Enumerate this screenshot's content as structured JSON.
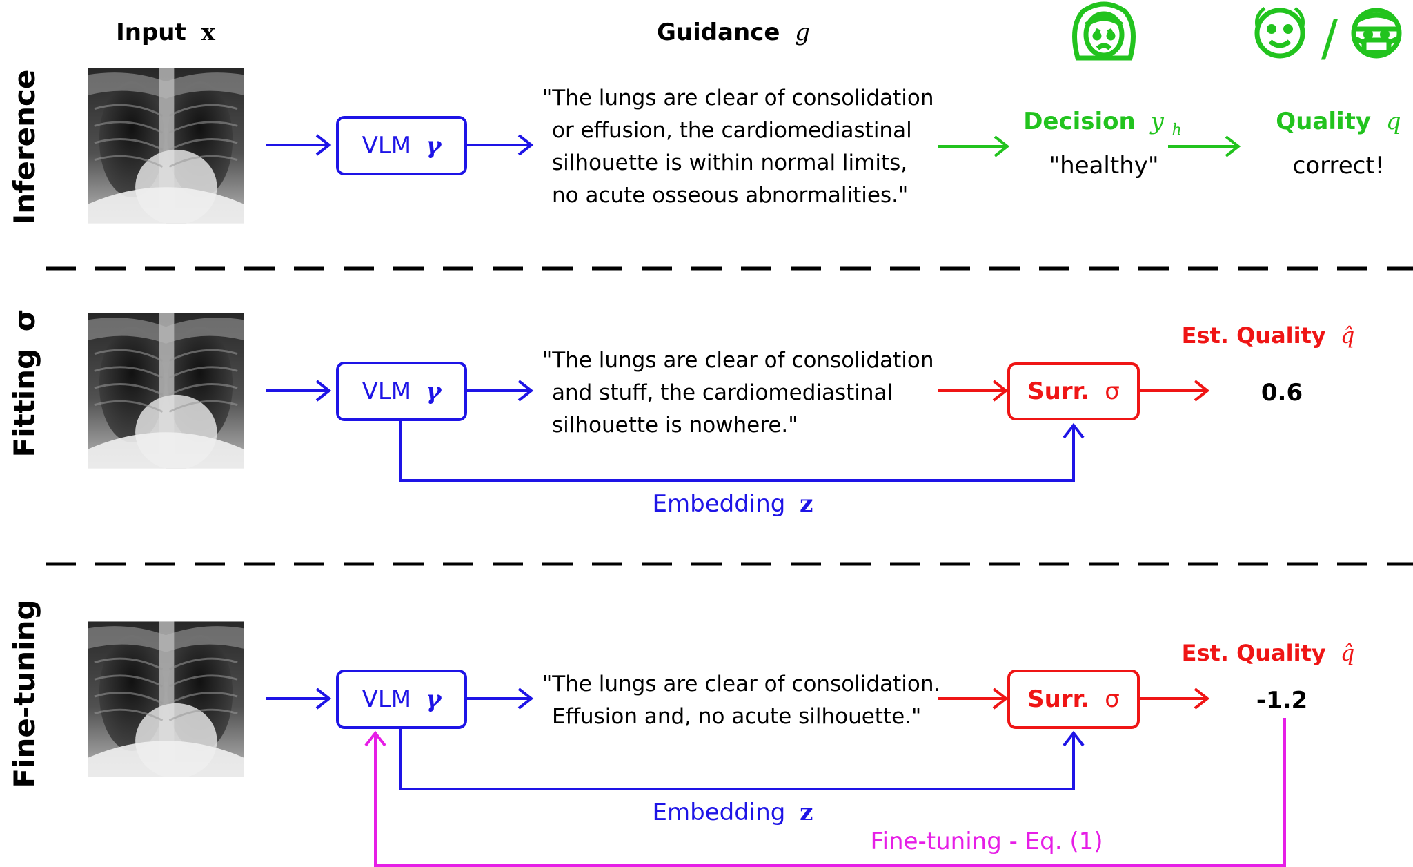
{
  "colors": {
    "black": "#000000",
    "blue": "#1e14e6",
    "green": "#22c31e",
    "red": "#ef1515",
    "magenta": "#e61ee6"
  },
  "icons": {
    "worried_person": "worried-woman-icon",
    "smiling_person": "smiling-face-icon",
    "doctor": "doctor-with-mask-icon"
  },
  "header": {
    "input_label": "Input",
    "input_symbol": "x",
    "guidance_label": "Guidance",
    "guidance_symbol": "g",
    "separator": "/"
  },
  "rows": {
    "inference": {
      "title": "Inference",
      "vlm_label": "VLM",
      "vlm_symbol": "γ",
      "guidance_lines": [
        "\"The lungs are clear of consolidation",
        "or effusion, the cardiomediastinal",
        "silhouette is within normal limits,",
        "no acute osseous abnormalities.\""
      ],
      "decision_label": "Decision",
      "decision_symbol": "y",
      "decision_subscript": "h",
      "decision_value": "\"healthy\"",
      "quality_label": "Quality",
      "quality_symbol": "q",
      "quality_value": "correct!"
    },
    "fitting": {
      "title": "Fitting",
      "title_symbol": "σ",
      "vlm_label": "VLM",
      "vlm_symbol": "γ",
      "guidance_lines": [
        "\"The lungs are clear of consolidation",
        "and stuff, the cardiomediastinal",
        "silhouette is nowhere.\""
      ],
      "surr_label": "Surr.",
      "surr_symbol": "σ",
      "est_quality_label": "Est. Quality",
      "est_quality_symbol": "q̂",
      "est_quality_value": "0.6",
      "embedding_label": "Embedding",
      "embedding_symbol": "z"
    },
    "finetuning": {
      "title": "Fine-tuning",
      "vlm_label": "VLM",
      "vlm_symbol": "γ",
      "guidance_lines": [
        "\"The lungs are clear of consolidation.",
        "Effusion and, no acute silhouette.\""
      ],
      "surr_label": "Surr.",
      "surr_symbol": "σ",
      "est_quality_label": "Est. Quality",
      "est_quality_symbol": "q̂",
      "est_quality_value": "-1.2",
      "embedding_label": "Embedding",
      "embedding_symbol": "z",
      "feedback_label": "Fine-tuning - Eq. (1)"
    }
  }
}
